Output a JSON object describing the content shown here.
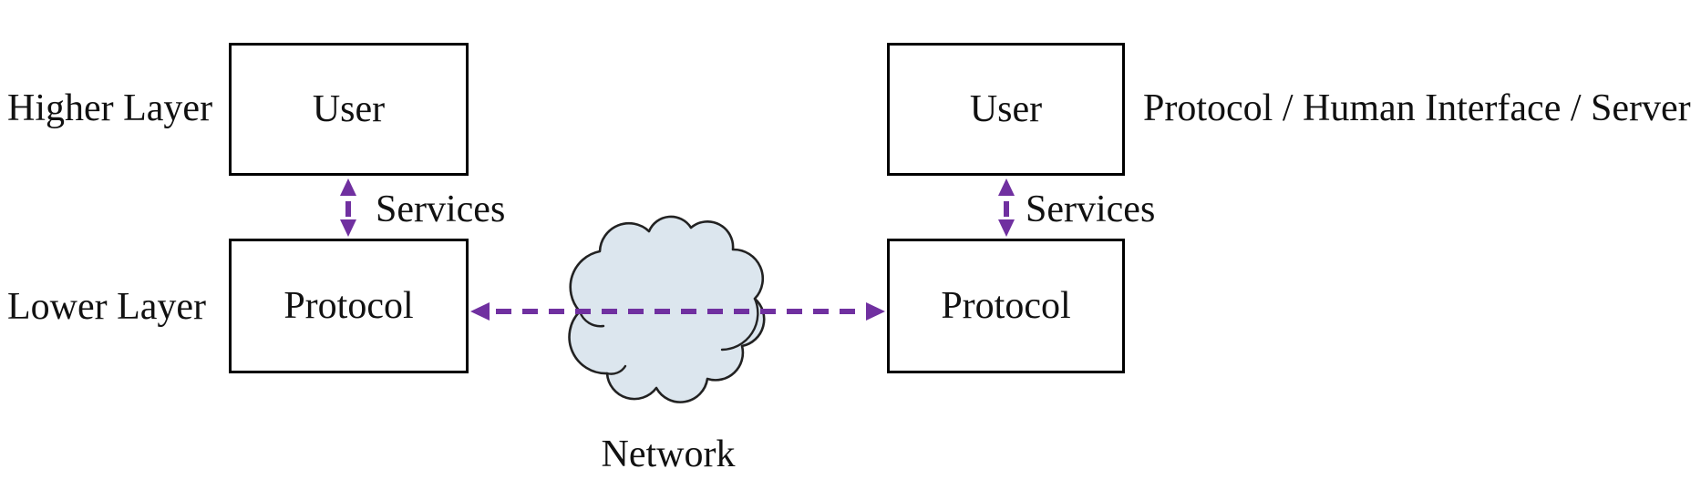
{
  "diagram": {
    "title_hint": "layered protocol service model",
    "labels": {
      "higher_layer": "Higher Layer",
      "lower_layer": "Lower Layer",
      "services_left": "Services",
      "services_right": "Services",
      "network": "Network",
      "right_annotation": "Protocol / Human Interface / Server"
    },
    "nodes": {
      "user_left": "User",
      "protocol_left": "Protocol",
      "user_right": "User",
      "protocol_right": "Protocol"
    },
    "connectors": {
      "services_left_arrow": "dashed double-headed vertical arrow between User and Protocol (left)",
      "services_right_arrow": "dashed double-headed vertical arrow between User and Protocol (right)",
      "peer_protocol_arrow": "dashed double-headed horizontal arrow between Protocol boxes through Network cloud"
    },
    "colors": {
      "arrow": "#7030a0",
      "cloud_fill": "#dce6ee",
      "cloud_outline": "#222222",
      "box_border": "#000000",
      "text": "#111111",
      "bg": "#ffffff"
    }
  }
}
